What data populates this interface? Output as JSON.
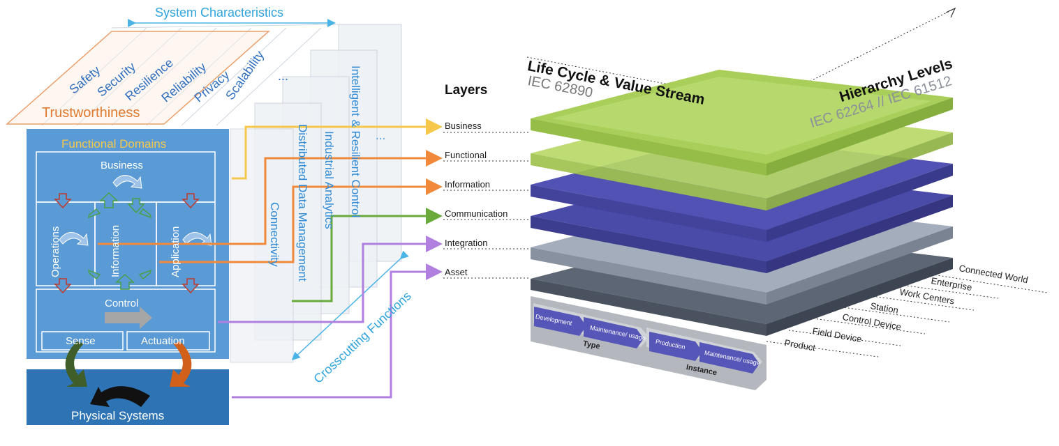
{
  "iira": {
    "system_characteristics": "System Characteristics",
    "characteristics": [
      "Safety",
      "Security",
      "Resilience",
      "Reliability",
      "Privacy",
      "Scalability",
      "..."
    ],
    "trustworthiness": "Trustworthiness",
    "functional_domains_title": "Functional Domains",
    "domains": {
      "business": "Business",
      "operations": "Operations",
      "information": "Information",
      "application": "Application",
      "control": "Control",
      "sense": "Sense",
      "actuation": "Actuation"
    },
    "physical_systems": "Physical Systems",
    "crosscutting_functions": "Crosscutting Functions",
    "crosscutting_items": [
      "Connectivity",
      "Distributed Data Management",
      "Industrial Analytics",
      "Intelligent & Resilient Control",
      "..."
    ]
  },
  "rami": {
    "life_cycle_title": "Life Cycle & Value Stream",
    "life_cycle_standard": "IEC 62890",
    "hierarchy_title": "Hierarchy Levels",
    "hierarchy_standard": "IEC 62264 // IEC 61512",
    "layers_title": "Layers",
    "layers": [
      "Business",
      "Functional",
      "Information",
      "Communication",
      "Integration",
      "Asset"
    ],
    "hierarchy_levels": [
      "Product",
      "Field Device",
      "Control Device",
      "Station",
      "Work Centers",
      "Enterprise",
      "Connected World"
    ],
    "lifecycle_type": "Type",
    "lifecycle_instance": "Instance",
    "lifecycle_type_steps": [
      "Development",
      "Maintenance/ usage"
    ],
    "lifecycle_instance_steps": [
      "Production",
      "Maintenance/ usage"
    ]
  },
  "colors": {
    "green_layer": "#a9cf5a",
    "purple_layer": "#4a4aa8",
    "gray_layer": "#9aa4b4",
    "dark_layer": "#5d6675",
    "domain_blue": "#5b9bd5",
    "physical_blue": "#2e74b5",
    "trust_orange": "#e07a2e",
    "arrow_yellow": "#f5c84c",
    "arrow_orange": "#f08a3a",
    "arrow_green": "#6aaa3a",
    "arrow_purple": "#b07fe0"
  }
}
